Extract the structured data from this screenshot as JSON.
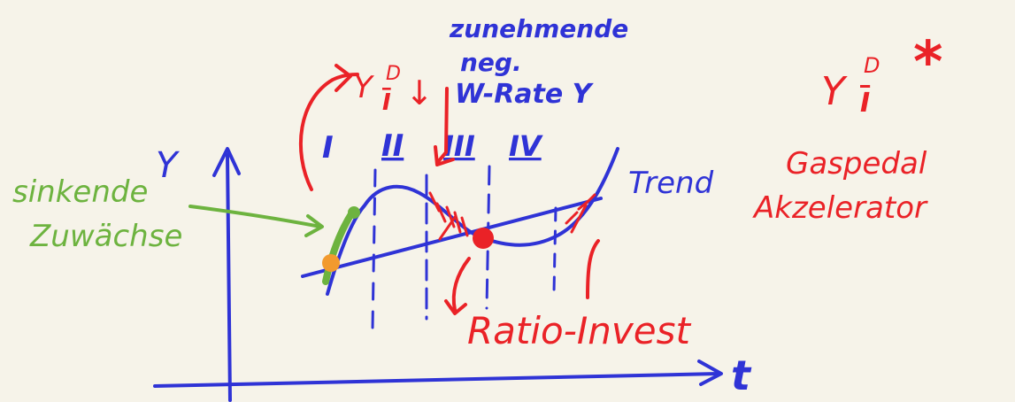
{
  "colors": {
    "background": "#f6f3e9",
    "blue": "#2f33d6",
    "red": "#ea2227",
    "green": "#6db33f",
    "orange": "#f29a2e"
  },
  "axes": {
    "y_label": "Y",
    "x_label": "t"
  },
  "phases": [
    "I",
    "II",
    "III",
    "IV"
  ],
  "blue_note": {
    "line1": "zunehmende",
    "line2": "neg.",
    "line3": "W-Rate Y"
  },
  "formula_top": {
    "base": "Y",
    "sup": "D",
    "sub": "I",
    "arrow": "↓"
  },
  "trend_label": "Trend",
  "green_note": {
    "line1": "sinkende",
    "line2": "Zuwächse"
  },
  "ratio_label": "Ratio-Invest",
  "right_note": {
    "base": "Y",
    "sup": "D",
    "sub": "I",
    "star": "*",
    "line1": "Gaspedal",
    "line2": "Akzelerator"
  }
}
